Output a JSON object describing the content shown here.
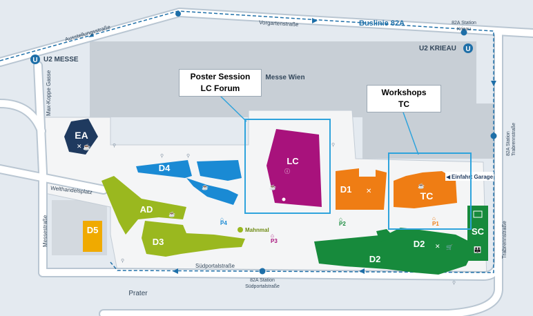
{
  "colors": {
    "background": "#e4eaf0",
    "road": "#ffffff",
    "road_edge": "#b9c6d2",
    "exhibition_hall": "#c8cfd6",
    "campus_ground": "#f4f5f6",
    "route": "#1e6fa8",
    "dark_navy": "#1f3a5f",
    "blue": "#1a8ad4",
    "lime": "#9ab81f",
    "magenta": "#a8127c",
    "orange": "#ef7d14",
    "yellow": "#f0aa00",
    "green": "#178a3c",
    "callout": "#2ea3dc",
    "parking": "#2c8d52"
  },
  "streets": {
    "ausstellungsstrasse": "Ausstellungsstraße",
    "vorgartenstrasse": "Vorgartenstraße",
    "max_koppe_gasse": "Max-Koppe Gasse",
    "welthandelsplatz": "Welthandelsplatz",
    "messestrasse": "Messestraße",
    "suedportalstrasse": "Südportalstraße",
    "trabrennstrasse": "Trabrennstraße"
  },
  "transit": {
    "bus_line": "Buslinie 82A",
    "u2_messe": "U2 MESSE",
    "u2_krieau": "U2 KRIEAU",
    "u_symbol": "U",
    "station_krieau_1": "82A Station",
    "station_krieau_2": "Krieau",
    "station_trabrenn_1": "82A Station",
    "station_trabrenn_2": "Trabrennstraße",
    "station_sued_1": "82A Station",
    "station_sued_2": "Südportalstraße"
  },
  "places": {
    "messe_wien": "Messe Wien",
    "prater": "Prater",
    "mahnmal": "Mahnmal",
    "einfahrt_garage": "Einfahrt Garage"
  },
  "buildings": {
    "ea": "EA",
    "d4": "D4",
    "ad": "AD",
    "d3": "D3",
    "d5": "D5",
    "lc": "LC",
    "d1": "D1",
    "tc": "TC",
    "d2": "D2",
    "sc": "SC"
  },
  "parking": {
    "p1": "P1",
    "p2": "P2",
    "p3": "P3",
    "p4": "P4"
  },
  "callouts": {
    "poster": {
      "line1": "Poster Session",
      "line2": "LC Forum"
    },
    "workshops": {
      "line1": "Workshops",
      "line2": "TC"
    }
  }
}
